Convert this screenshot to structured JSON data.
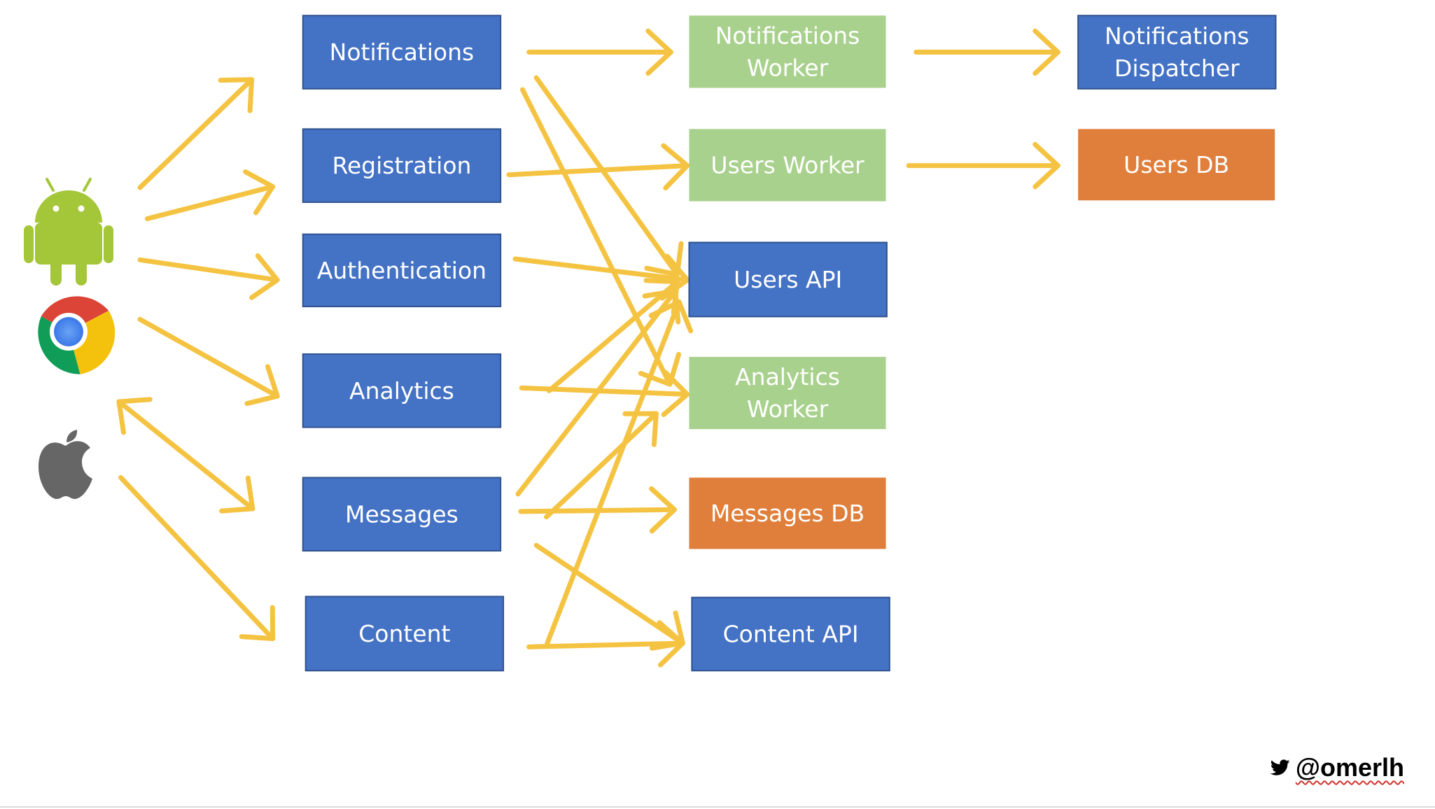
{
  "colors": {
    "arrow": "#F5C342",
    "service": "#4472C4",
    "worker": "#A9D18E",
    "database": "#E07F3C",
    "box_border": "#2F528F"
  },
  "clients": [
    {
      "id": "android",
      "icon": "android-icon"
    },
    {
      "id": "chrome",
      "icon": "chrome-icon"
    },
    {
      "id": "apple",
      "icon": "apple-icon"
    }
  ],
  "boxes": [
    {
      "id": "notifications",
      "kind": "service",
      "lines": [
        "Notifications"
      ]
    },
    {
      "id": "registration",
      "kind": "service",
      "lines": [
        "Registration"
      ]
    },
    {
      "id": "authentication",
      "kind": "service",
      "lines": [
        "Authentication"
      ]
    },
    {
      "id": "analytics",
      "kind": "service",
      "lines": [
        "Analytics"
      ]
    },
    {
      "id": "messages",
      "kind": "service",
      "lines": [
        "Messages"
      ]
    },
    {
      "id": "content",
      "kind": "service",
      "lines": [
        "Content"
      ]
    },
    {
      "id": "notifications-worker",
      "kind": "worker",
      "lines": [
        "Notifications",
        "Worker"
      ]
    },
    {
      "id": "users-worker",
      "kind": "worker",
      "lines": [
        "Users Worker"
      ]
    },
    {
      "id": "users-api",
      "kind": "service",
      "lines": [
        "Users API"
      ]
    },
    {
      "id": "analytics-worker",
      "kind": "worker",
      "lines": [
        "Analytics",
        "Worker"
      ]
    },
    {
      "id": "messages-db",
      "kind": "database",
      "lines": [
        "Messages DB"
      ]
    },
    {
      "id": "content-api",
      "kind": "service",
      "lines": [
        "Content API"
      ]
    },
    {
      "id": "notifications-dispatcher",
      "kind": "service",
      "lines": [
        "Notifications",
        "Dispatcher"
      ]
    },
    {
      "id": "users-db",
      "kind": "database",
      "lines": [
        "Users DB"
      ]
    }
  ],
  "footer": {
    "icon": "twitter-bird-icon",
    "handle": "@omerlh"
  }
}
